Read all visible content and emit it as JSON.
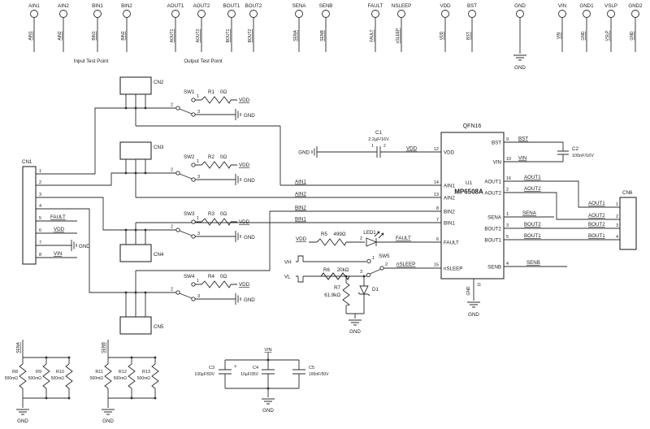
{
  "nets": {
    "ain1": "AIN1",
    "ain2": "AIN2",
    "bin1": "BIN1",
    "bin2": "BIN2",
    "aout1": "AOUT1",
    "aout2": "AOUT2",
    "bout1": "BOUT1",
    "bout2": "BOUT2",
    "sena": "SENA",
    "senb": "SENB",
    "fault": "FAULT",
    "nsleep": "nSLEEP",
    "vdd": "VDD",
    "bst": "BST",
    "gnd": "GND",
    "vin": "VIN"
  },
  "testpoints": {
    "input_caption": "Input Test Point",
    "output_caption": "Output Test Point",
    "nsleep_top": "NSLEEP",
    "gnd1": "GND1",
    "gnd2": "GND2",
    "vslp": "VSLP"
  },
  "connectors": {
    "cn1": "CN1",
    "cn2": "CN2",
    "cn3": "CN3",
    "cn4": "CN4",
    "cn5": "CN5",
    "cn6": "CN6",
    "cn1_pins": [
      "1",
      "2",
      "3",
      "4",
      "5",
      "6",
      "7",
      "8"
    ],
    "cn6_pins": [
      "1",
      "2",
      "3",
      "4"
    ]
  },
  "switches": {
    "sw1": "SW1",
    "sw2": "SW2",
    "sw3": "SW3",
    "sw4": "SW4",
    "sw5": "SW5",
    "pin1": "1",
    "pin2": "2",
    "pin3": "3"
  },
  "resistors": {
    "r1": {
      "ref": "R1",
      "val": "0Ω"
    },
    "r2": {
      "ref": "R2",
      "val": "0Ω"
    },
    "r3": {
      "ref": "R3",
      "val": "0Ω"
    },
    "r4": {
      "ref": "R4",
      "val": "0Ω"
    },
    "r5": {
      "ref": "R5",
      "val": "499Ω"
    },
    "r6": {
      "ref": "R6",
      "val": "20kΩ"
    },
    "r7": {
      "ref": "R7",
      "val": "61.9kΩ"
    },
    "r8": {
      "ref": "R8",
      "val": "500mΩ"
    },
    "r9": {
      "ref": "R9",
      "val": "500mΩ"
    },
    "r10": {
      "ref": "R10",
      "val": "500mΩ"
    },
    "r11": {
      "ref": "R11",
      "val": "500mΩ"
    },
    "r12": {
      "ref": "R12",
      "val": "500mΩ"
    },
    "r13": {
      "ref": "R13",
      "val": "500mΩ"
    }
  },
  "capacitors": {
    "c1": {
      "ref": "C1",
      "val": "2.2µF/16V",
      "p1": "1",
      "p2": "2"
    },
    "c2": {
      "ref": "C2",
      "val": "100nF/16V"
    },
    "c3": {
      "ref": "C3",
      "val": "100µF/50V",
      "plus": "+"
    },
    "c4": {
      "ref": "C4",
      "val": "10µF/35V"
    },
    "c5": {
      "ref": "C5",
      "val": "100nF/50V"
    }
  },
  "diodes": {
    "led1": {
      "ref": "LED1",
      "pin": "2"
    },
    "d1": {
      "ref": "D1"
    }
  },
  "sources": {
    "vh": "VH",
    "vl": "VL"
  },
  "ic": {
    "package": "QFN16",
    "ref": "U1",
    "part": "MP6508A",
    "left_pins": [
      {
        "num": "12",
        "name": "VDD"
      },
      {
        "num": "14",
        "name": "AIN1"
      },
      {
        "num": "13",
        "name": "AIN2"
      },
      {
        "num": "8",
        "name": "BIN2"
      },
      {
        "num": "7",
        "name": "BIN1"
      },
      {
        "num": "6",
        "name": "FAULT"
      },
      {
        "num": "15",
        "name": "nSLEEP"
      }
    ],
    "right_pins": [
      {
        "num": "9",
        "name": "BST"
      },
      {
        "num": "10",
        "name": "VIN"
      },
      {
        "num": "16",
        "name": "AOUT1"
      },
      {
        "num": "2",
        "name": "AOUT2"
      },
      {
        "num": "1",
        "name": "SENA"
      },
      {
        "num": "3",
        "name": "BOUT2"
      },
      {
        "num": "5",
        "name": "BOUT1"
      },
      {
        "num": "4",
        "name": "SENB"
      }
    ],
    "gnd_pin": {
      "num": "11",
      "name": "GND"
    }
  }
}
